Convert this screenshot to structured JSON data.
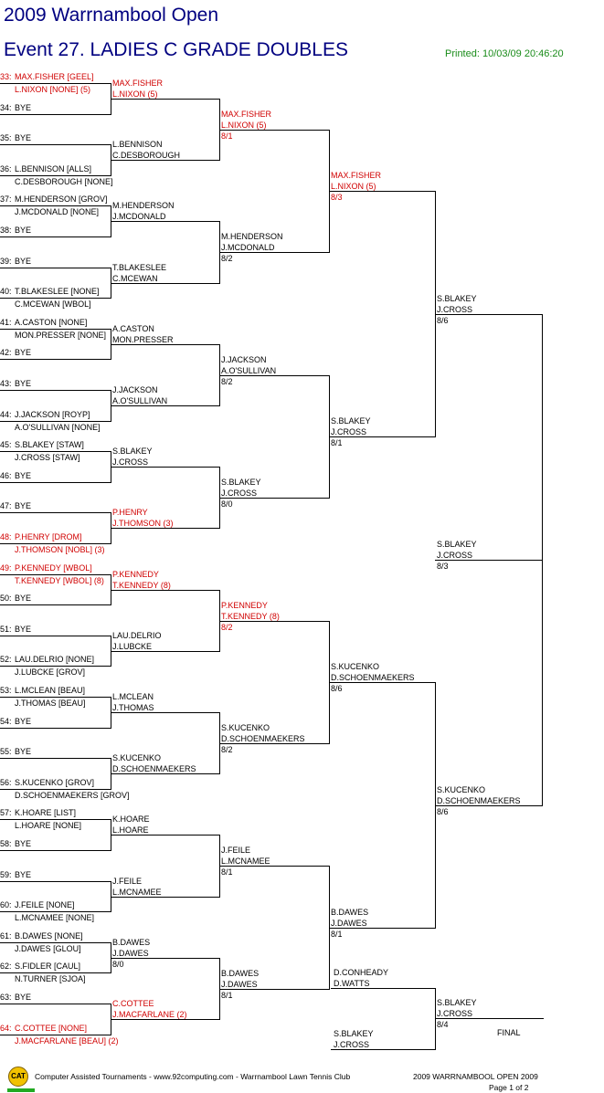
{
  "header": {
    "title": "2009 Warrnambool Open",
    "event": "Event 27. LADIES C GRADE DOUBLES",
    "printed": "Printed: 10/03/09 20:46:20"
  },
  "draw": [
    {
      "num": "33:",
      "p1": "MAX.FISHER [GEEL]",
      "p2": "L.NIXON [NONE] (5)",
      "seeded": true
    },
    {
      "num": "34:",
      "p1": "BYE",
      "p2": "",
      "seeded": false
    },
    {
      "num": "35:",
      "p1": "BYE",
      "p2": "",
      "seeded": false
    },
    {
      "num": "36:",
      "p1": "L.BENNISON [ALLS]",
      "p2": "C.DESBOROUGH [NONE]",
      "seeded": false
    },
    {
      "num": "37:",
      "p1": "M.HENDERSON [GROV]",
      "p2": "J.MCDONALD [NONE]",
      "seeded": false
    },
    {
      "num": "38:",
      "p1": "BYE",
      "p2": "",
      "seeded": false
    },
    {
      "num": "39:",
      "p1": "BYE",
      "p2": "",
      "seeded": false
    },
    {
      "num": "40:",
      "p1": "T.BLAKESLEE [NONE]",
      "p2": "C.MCEWAN [WBOL]",
      "seeded": false
    },
    {
      "num": "41:",
      "p1": "A.CASTON [NONE]",
      "p2": "MON.PRESSER [NONE]",
      "seeded": false
    },
    {
      "num": "42:",
      "p1": "BYE",
      "p2": "",
      "seeded": false
    },
    {
      "num": "43:",
      "p1": "BYE",
      "p2": "",
      "seeded": false
    },
    {
      "num": "44:",
      "p1": "J.JACKSON [ROYP]",
      "p2": "A.O'SULLIVAN [NONE]",
      "seeded": false
    },
    {
      "num": "45:",
      "p1": "S.BLAKEY [STAW]",
      "p2": "J.CROSS [STAW]",
      "seeded": false
    },
    {
      "num": "46:",
      "p1": "BYE",
      "p2": "",
      "seeded": false
    },
    {
      "num": "47:",
      "p1": "BYE",
      "p2": "",
      "seeded": false
    },
    {
      "num": "48:",
      "p1": "P.HENRY [DROM]",
      "p2": "J.THOMSON [NOBL] (3)",
      "seeded": true
    },
    {
      "num": "49:",
      "p1": "P.KENNEDY [WBOL]",
      "p2": "T.KENNEDY [WBOL] (8)",
      "seeded": true
    },
    {
      "num": "50:",
      "p1": "BYE",
      "p2": "",
      "seeded": false
    },
    {
      "num": "51:",
      "p1": "BYE",
      "p2": "",
      "seeded": false
    },
    {
      "num": "52:",
      "p1": "LAU.DELRIO [NONE]",
      "p2": "J.LUBCKE [GROV]",
      "seeded": false
    },
    {
      "num": "53:",
      "p1": "L.MCLEAN [BEAU]",
      "p2": "J.THOMAS [BEAU]",
      "seeded": false
    },
    {
      "num": "54:",
      "p1": "BYE",
      "p2": "",
      "seeded": false
    },
    {
      "num": "55:",
      "p1": "BYE",
      "p2": "",
      "seeded": false
    },
    {
      "num": "56:",
      "p1": "S.KUCENKO [GROV]",
      "p2": "D.SCHOENMAEKERS [GROV]",
      "seeded": false
    },
    {
      "num": "57:",
      "p1": "K.HOARE [LIST]",
      "p2": "L.HOARE [NONE]",
      "seeded": false
    },
    {
      "num": "58:",
      "p1": "BYE",
      "p2": "",
      "seeded": false
    },
    {
      "num": "59:",
      "p1": "BYE",
      "p2": "",
      "seeded": false
    },
    {
      "num": "60:",
      "p1": "J.FEILE [NONE]",
      "p2": "L.MCNAMEE [NONE]",
      "seeded": false
    },
    {
      "num": "61:",
      "p1": "B.DAWES [NONE]",
      "p2": "J.DAWES [GLOU]",
      "seeded": false
    },
    {
      "num": "62:",
      "p1": "S.FIDLER [CAUL]",
      "p2": "N.TURNER [SJOA]",
      "seeded": false
    },
    {
      "num": "63:",
      "p1": "BYE",
      "p2": "",
      "seeded": false
    },
    {
      "num": "64:",
      "p1": "C.COTTEE [NONE]",
      "p2": "J.MACFARLANE [BEAU] (2)",
      "seeded": true
    }
  ],
  "round1": [
    {
      "p1": "MAX.FISHER",
      "p2": "L.NIXON (5)",
      "score": "",
      "seeded": true
    },
    {
      "p1": "L.BENNISON",
      "p2": "C.DESBOROUGH",
      "score": "",
      "seeded": false
    },
    {
      "p1": "M.HENDERSON",
      "p2": "J.MCDONALD",
      "score": "",
      "seeded": false
    },
    {
      "p1": "T.BLAKESLEE",
      "p2": "C.MCEWAN",
      "score": "",
      "seeded": false
    },
    {
      "p1": "A.CASTON",
      "p2": "MON.PRESSER",
      "score": "",
      "seeded": false
    },
    {
      "p1": "J.JACKSON",
      "p2": "A.O'SULLIVAN",
      "score": "",
      "seeded": false
    },
    {
      "p1": "S.BLAKEY",
      "p2": "J.CROSS",
      "score": "",
      "seeded": false
    },
    {
      "p1": "P.HENRY",
      "p2": "J.THOMSON (3)",
      "score": "",
      "seeded": true
    },
    {
      "p1": "P.KENNEDY",
      "p2": "T.KENNEDY (8)",
      "score": "",
      "seeded": true
    },
    {
      "p1": "LAU.DELRIO",
      "p2": "J.LUBCKE",
      "score": "",
      "seeded": false
    },
    {
      "p1": "L.MCLEAN",
      "p2": "J.THOMAS",
      "score": "",
      "seeded": false
    },
    {
      "p1": "S.KUCENKO",
      "p2": "D.SCHOENMAEKERS",
      "score": "",
      "seeded": false
    },
    {
      "p1": "K.HOARE",
      "p2": "L.HOARE",
      "score": "",
      "seeded": false
    },
    {
      "p1": "J.FEILE",
      "p2": "L.MCNAMEE",
      "score": "",
      "seeded": false
    },
    {
      "p1": "B.DAWES",
      "p2": "J.DAWES",
      "score": "8/0",
      "seeded": false
    },
    {
      "p1": "C.COTTEE",
      "p2": "J.MACFARLANE (2)",
      "score": "",
      "seeded": true
    }
  ],
  "round2": [
    {
      "p1": "MAX.FISHER",
      "p2": "L.NIXON (5)",
      "score": "8/1",
      "seeded": true
    },
    {
      "p1": "M.HENDERSON",
      "p2": "J.MCDONALD",
      "score": "8/2",
      "seeded": false
    },
    {
      "p1": "J.JACKSON",
      "p2": "A.O'SULLIVAN",
      "score": "8/2",
      "seeded": false
    },
    {
      "p1": "S.BLAKEY",
      "p2": "J.CROSS",
      "score": "8/0",
      "seeded": false
    },
    {
      "p1": "P.KENNEDY",
      "p2": "T.KENNEDY (8)",
      "score": "8/2",
      "seeded": true
    },
    {
      "p1": "S.KUCENKO",
      "p2": "D.SCHOENMAEKERS",
      "score": "8/2",
      "seeded": false
    },
    {
      "p1": "J.FEILE",
      "p2": "L.MCNAMEE",
      "score": "8/1",
      "seeded": false
    },
    {
      "p1": "B.DAWES",
      "p2": "J.DAWES",
      "score": "8/1",
      "seeded": false
    }
  ],
  "round3": [
    {
      "p1": "MAX.FISHER",
      "p2": "L.NIXON (5)",
      "score": "8/3",
      "seeded": true
    },
    {
      "p1": "S.BLAKEY",
      "p2": "J.CROSS",
      "score": "8/1",
      "seeded": false
    },
    {
      "p1": "S.KUCENKO",
      "p2": "D.SCHOENMAEKERS",
      "score": "8/6",
      "seeded": false
    },
    {
      "p1": "B.DAWES",
      "p2": "J.DAWES",
      "score": "8/1",
      "seeded": false
    }
  ],
  "round4": [
    {
      "p1": "S.BLAKEY",
      "p2": "J.CROSS",
      "score": "8/6"
    },
    {
      "p1": "S.KUCENKO",
      "p2": "D.SCHOENMAEKERS",
      "score": "8/6"
    }
  ],
  "semi": {
    "p1": "S.BLAKEY",
    "p2": "J.CROSS",
    "score": "8/3"
  },
  "final": {
    "opp1_p1": "D.CONHEADY",
    "opp1_p2": "D.WATTS",
    "opp2_p1": "S.BLAKEY",
    "opp2_p2": "J.CROSS",
    "winner_p1": "S.BLAKEY",
    "winner_p2": "J.CROSS",
    "score": "8/4",
    "label": "FINAL"
  },
  "footer": {
    "logo": "CAT",
    "left": "Computer Assisted Tournaments - www.92computing.com -  Warrnambool Lawn Tennis Club",
    "right": "2009 WARRNAMBOOL OPEN 2009",
    "page": "Page 1 of 2"
  }
}
